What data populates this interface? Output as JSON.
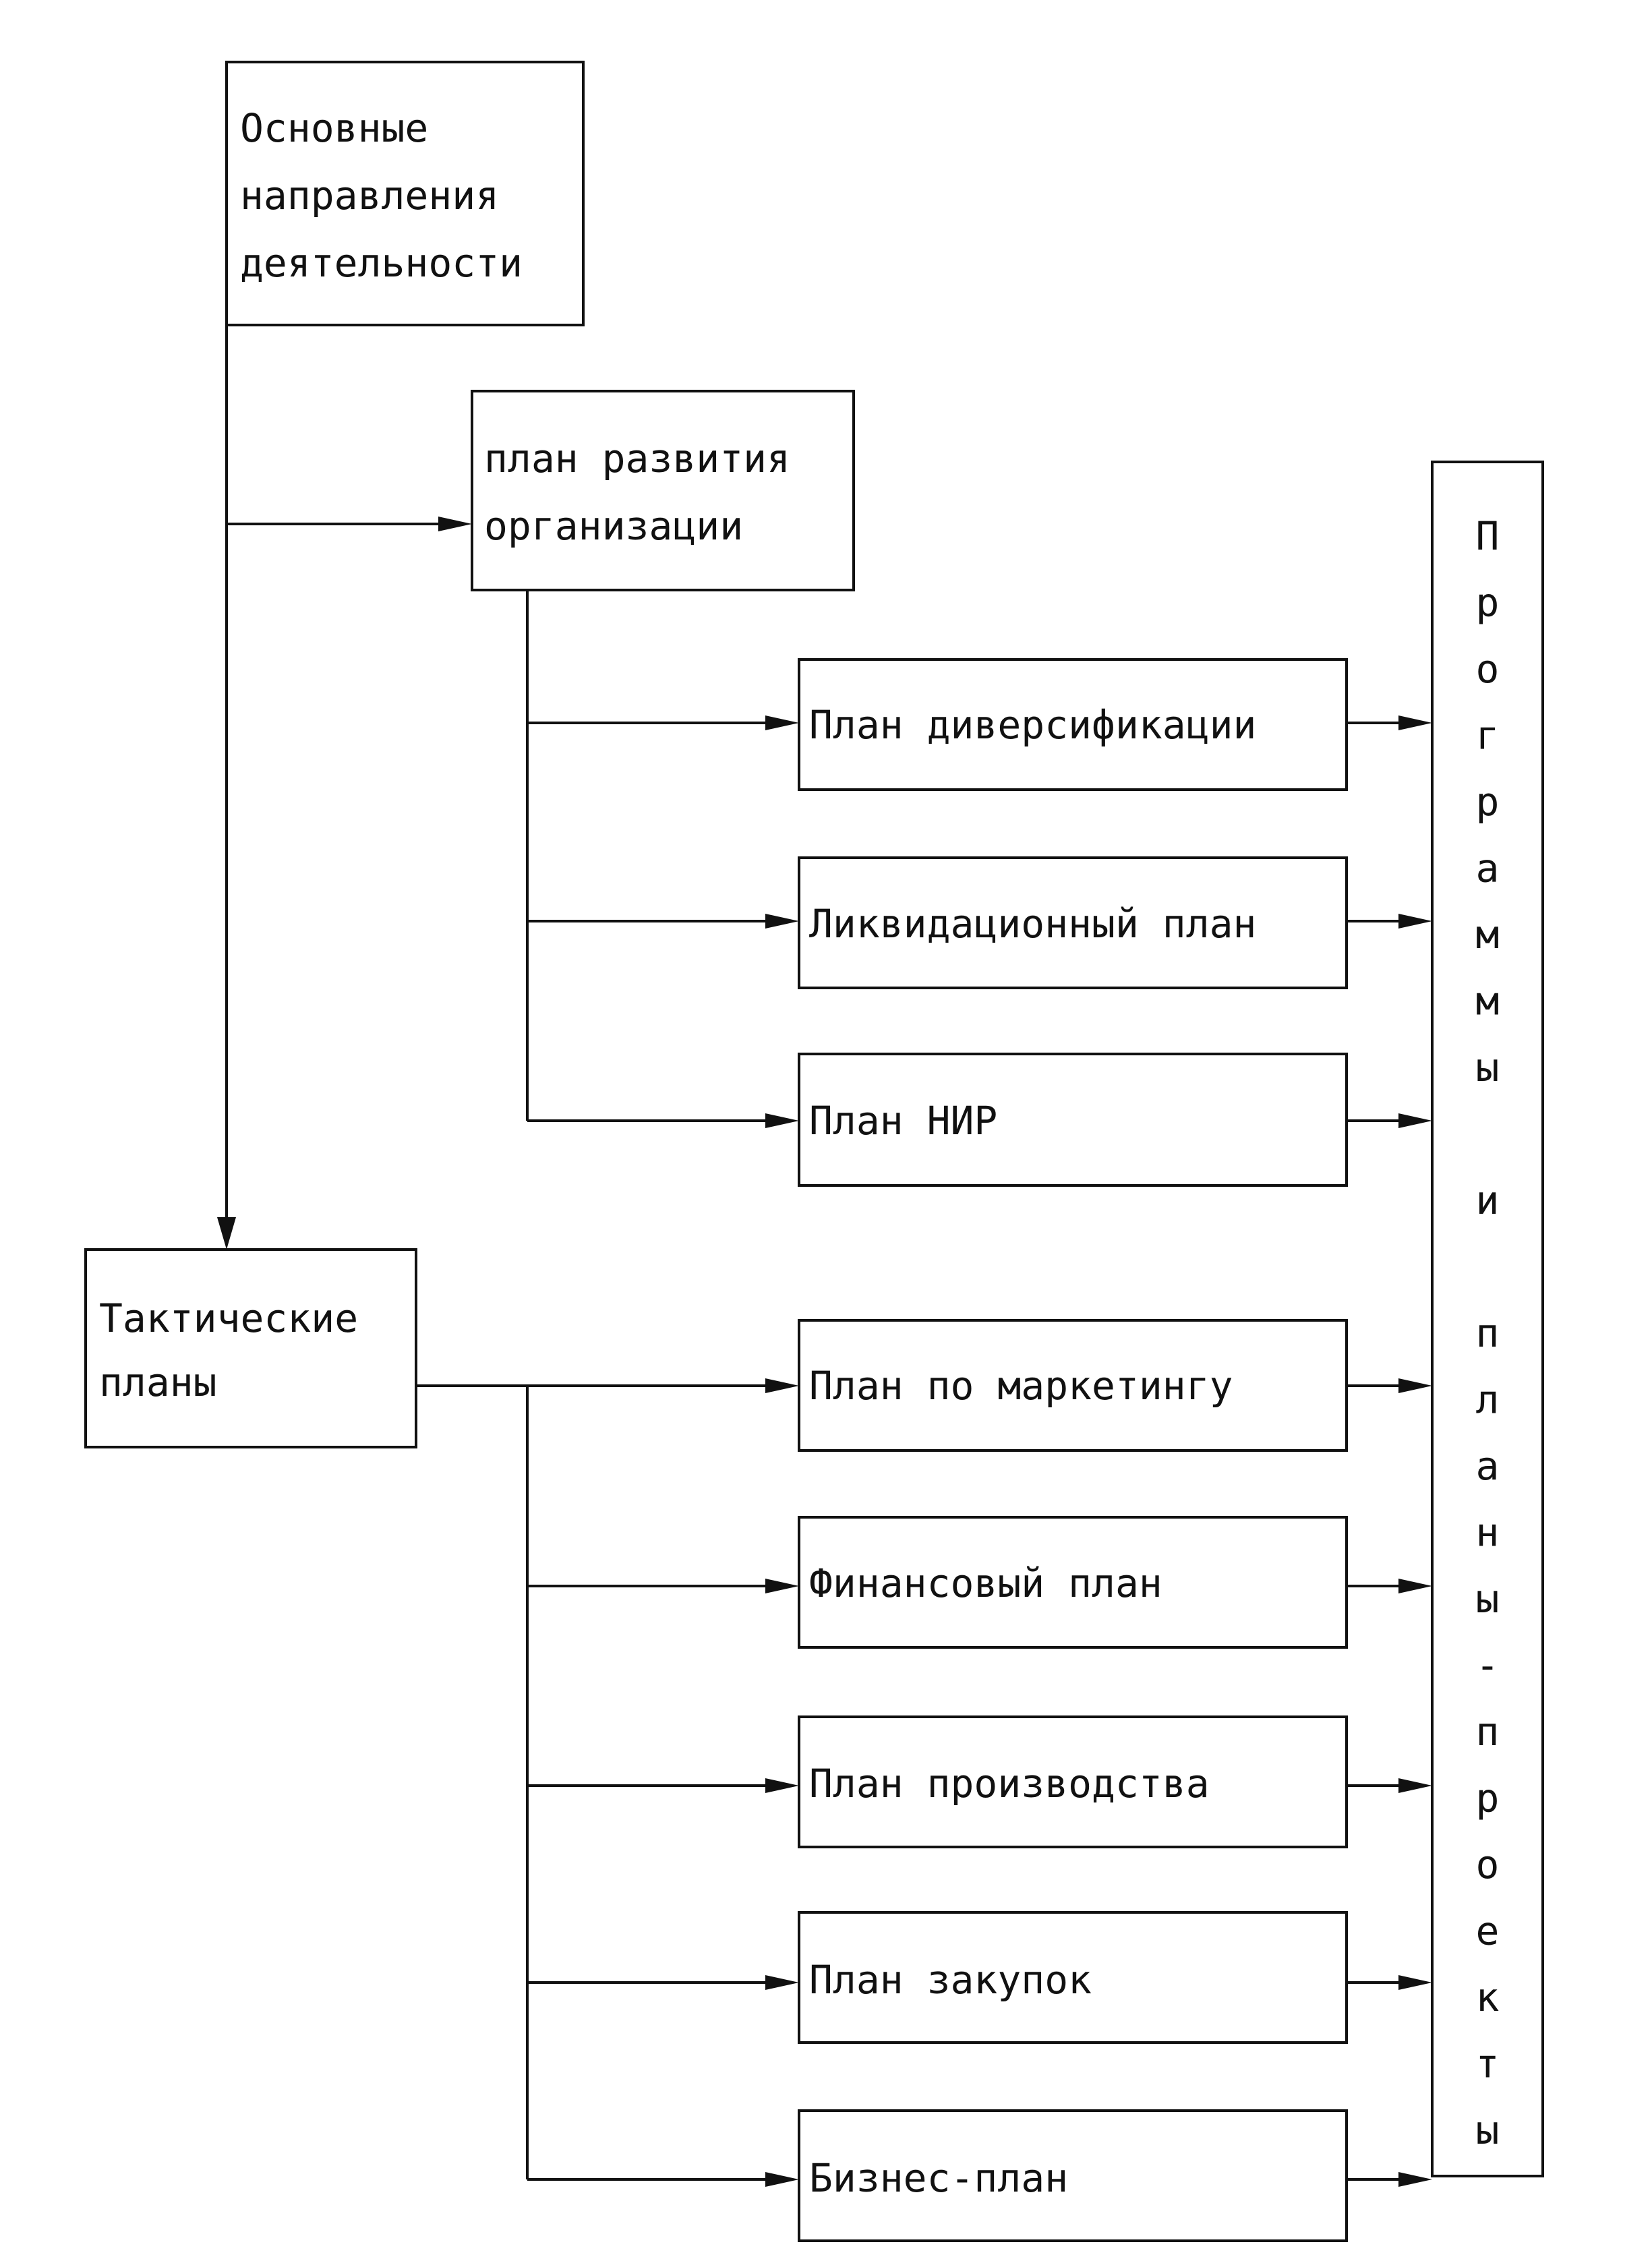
{
  "boxes": {
    "main_directions": [
      "Основные",
      "направления",
      "деятельности"
    ],
    "development_plan": [
      "план развития",
      "организации"
    ],
    "tactical_plans": [
      "Тактические",
      "планы"
    ],
    "diversification": "План диверсификации",
    "liquidation": "Ликвидационный план",
    "rnd": "План НИР",
    "marketing": "План по маркетингу",
    "financial": "Финансовый план",
    "production": "План производства",
    "purchasing": "План закупок",
    "business": "Бизнес-план"
  },
  "programs_column": [
    "П",
    "р",
    "о",
    "г",
    "р",
    "а",
    "м",
    "м",
    "ы",
    "",
    "и",
    "",
    "п",
    "л",
    "а",
    "н",
    "ы",
    "-",
    "п",
    "р",
    "о",
    "е",
    "к",
    "т",
    "ы"
  ]
}
